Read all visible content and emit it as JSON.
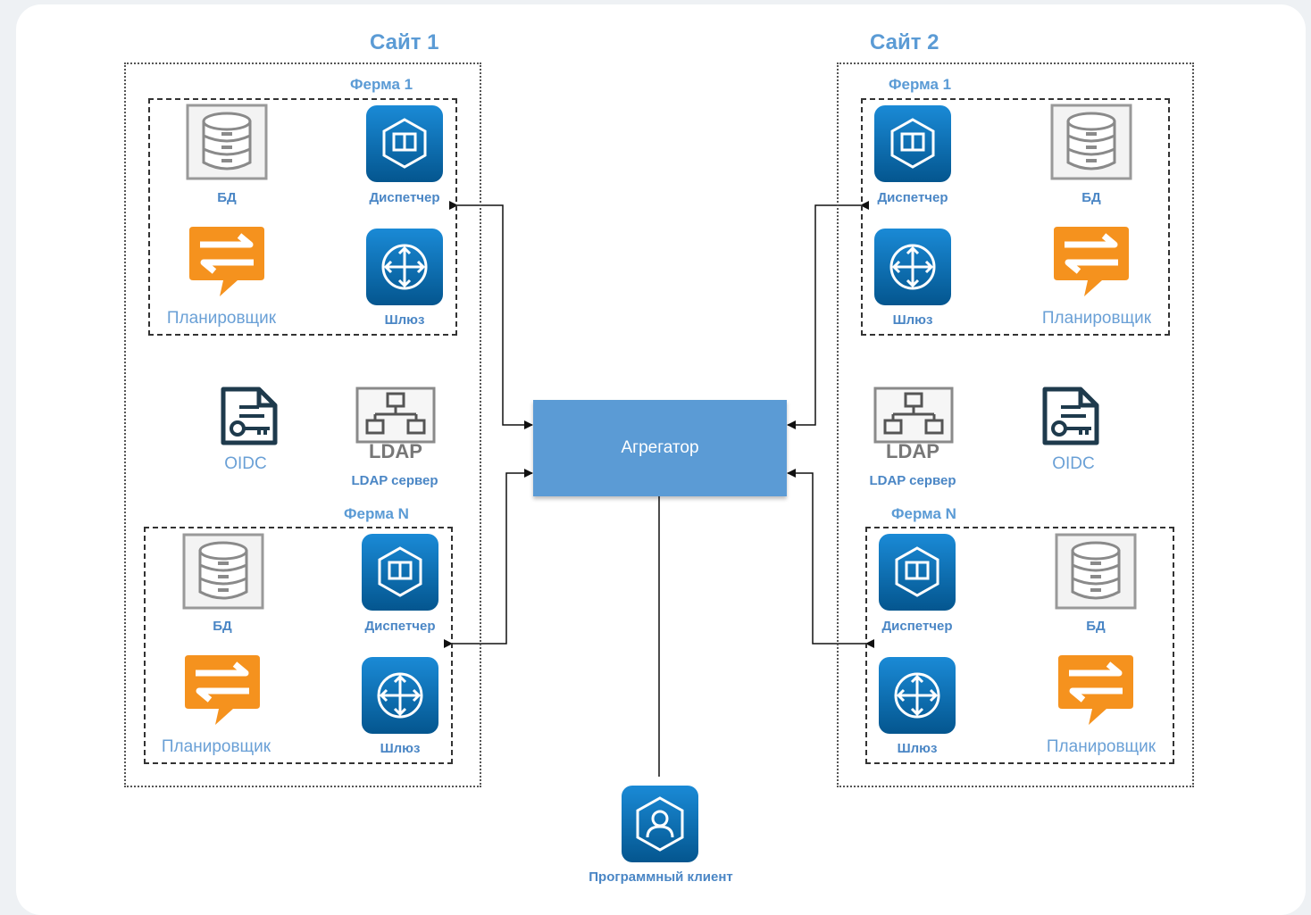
{
  "sites": [
    {
      "title": "Сайт 1",
      "farms": [
        {
          "title": "Ферма 1",
          "db": "БД",
          "dispatcher": "Диспетчер",
          "scheduler": "Планировщик",
          "gateway": "Шлюз"
        },
        {
          "title": "Ферма N",
          "db": "БД",
          "dispatcher": "Диспетчер",
          "scheduler": "Планировщик",
          "gateway": "Шлюз"
        }
      ],
      "oidc": "OIDC",
      "ldap_icon_text": "LDAP",
      "ldap": "LDAP сервер"
    },
    {
      "title": "Сайт 2",
      "farms": [
        {
          "title": "Ферма 1",
          "db": "БД",
          "dispatcher": "Диспетчер",
          "scheduler": "Планировщик",
          "gateway": "Шлюз"
        },
        {
          "title": "Ферма N",
          "db": "БД",
          "dispatcher": "Диспетчер",
          "scheduler": "Планировщик",
          "gateway": "Шлюз"
        }
      ],
      "oidc": "OIDC",
      "ldap_icon_text": "LDAP",
      "ldap": "LDAP сервер"
    }
  ],
  "aggregator": "Агрегатор",
  "client": "Программный клиент",
  "colors": {
    "accent": "#5b9bd5",
    "icon_blue": "#0a6db5",
    "icon_orange": "#f5921e"
  }
}
